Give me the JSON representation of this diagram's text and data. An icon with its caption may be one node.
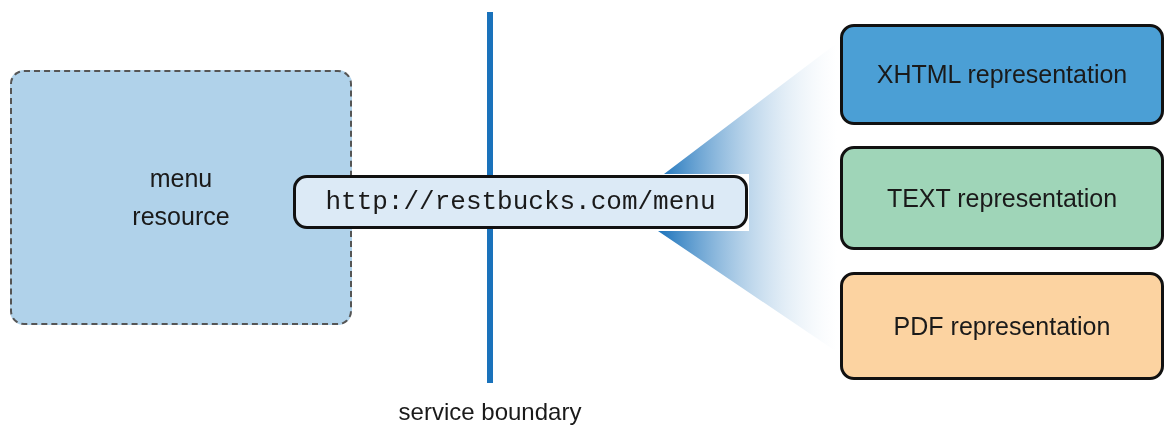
{
  "diagram": {
    "nodes": [
      {
        "text": [
          "menu resource"
        ]
      },
      {
        "text": [
          "http://restbucks.com/menu"
        ]
      },
      {
        "text": [
          "XHTML representation"
        ]
      },
      {
        "text": [
          "TEXT representation"
        ]
      },
      {
        "text": [
          "PDF representation"
        ]
      },
      {
        "text": [],
        "shape": "cone"
      }
    ],
    "labels": [
      "service boundary"
    ]
  }
}
